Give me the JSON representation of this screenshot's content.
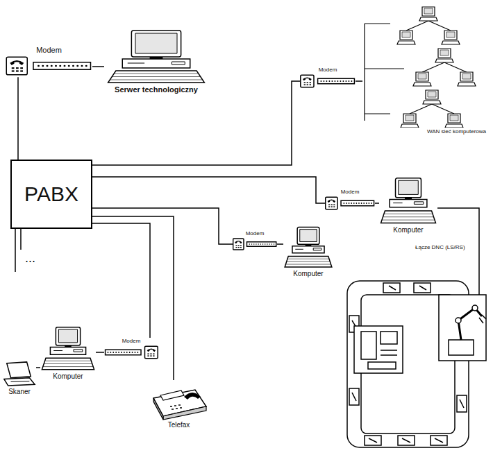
{
  "diagram": {
    "nodes": [
      {
        "text": [
          "Modem"
        ]
      },
      {
        "text": [
          "Serwer technologiczny"
        ]
      },
      {
        "text": [
          "WAN sieć komputerowa"
        ]
      },
      {
        "text": [
          "Modem"
        ]
      },
      {
        "text": [
          "PABX"
        ]
      },
      {
        "text": [
          "Modem"
        ]
      },
      {
        "text": [
          "Komputer"
        ]
      },
      {
        "text": [
          "Modem"
        ]
      },
      {
        "text": [
          "Komputer"
        ]
      },
      {
        "text": [
          "Komputer"
        ]
      },
      {
        "text": [
          "Modem"
        ]
      },
      {
        "text": [
          "Skaner"
        ]
      },
      {
        "text": [
          "Telefax"
        ]
      }
    ],
    "edges": [
      {
        "from": 4,
        "to": 0,
        "arrow": "none"
      },
      {
        "from": 0,
        "to": 1,
        "arrow": "none"
      },
      {
        "from": 4,
        "to": 3,
        "arrow": "none"
      },
      {
        "from": 3,
        "to": 2,
        "arrow": "none"
      },
      {
        "from": 4,
        "to": 5,
        "arrow": "none"
      },
      {
        "from": 5,
        "to": 6,
        "arrow": "none"
      },
      {
        "from": 4,
        "to": 7,
        "arrow": "none"
      },
      {
        "from": 7,
        "to": 8,
        "arrow": "none"
      },
      {
        "from": 4,
        "to": 10,
        "arrow": "none"
      },
      {
        "from": 10,
        "to": 9,
        "arrow": "none"
      },
      {
        "from": 9,
        "to": 11,
        "arrow": "none"
      },
      {
        "from": 4,
        "to": 12,
        "arrow": "none"
      }
    ],
    "labels": [
      "...",
      "Łącze DNC (LS/RS)"
    ]
  }
}
